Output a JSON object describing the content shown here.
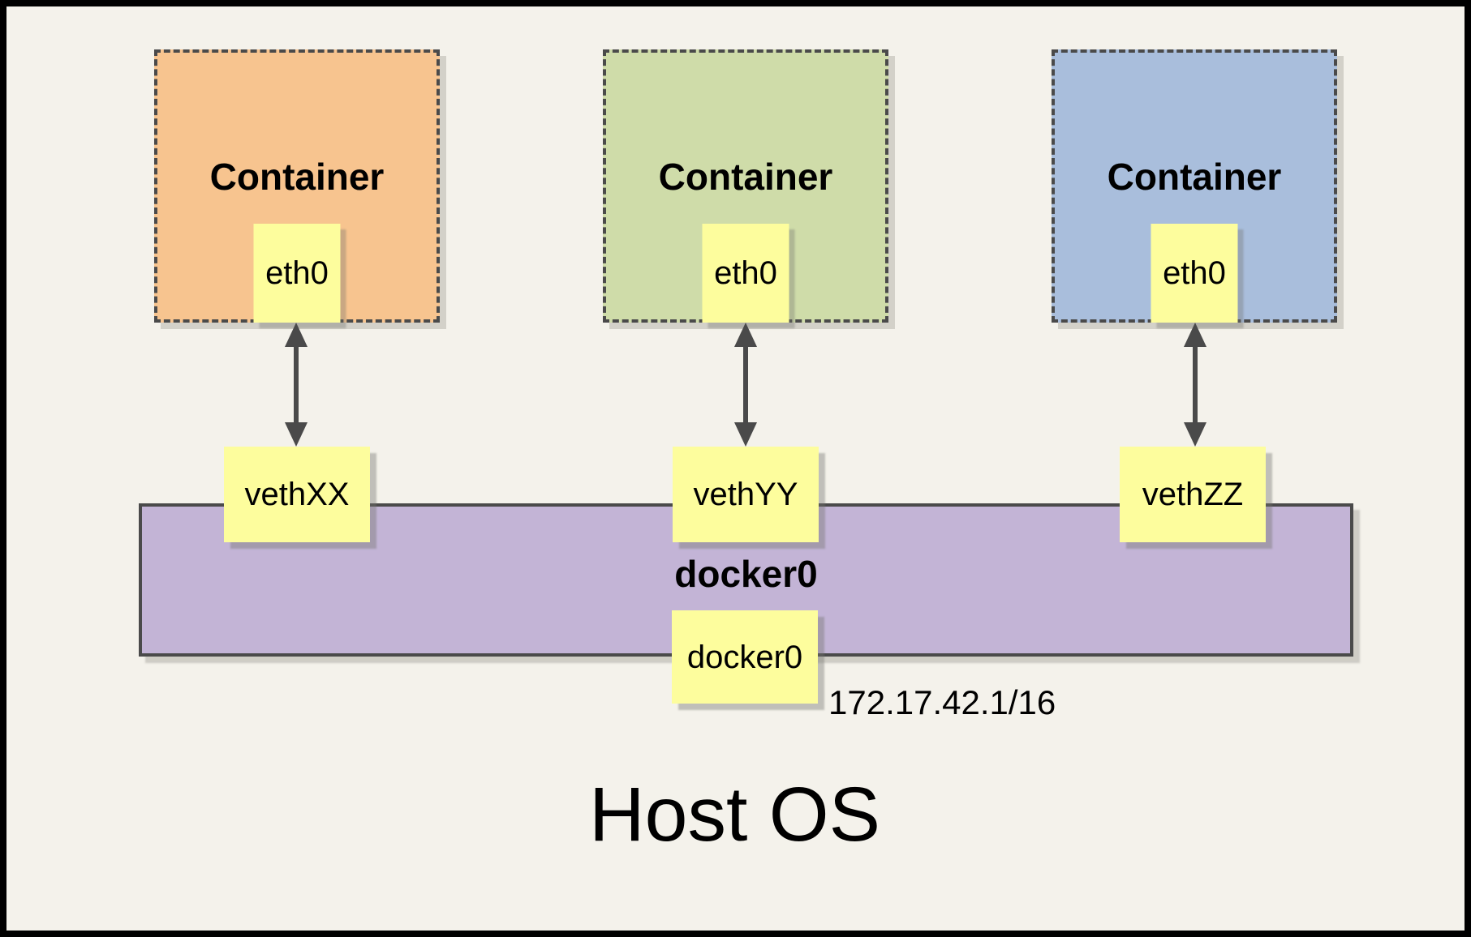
{
  "diagram": {
    "containers": [
      {
        "label": "Container",
        "interface_label": "eth0",
        "veth_label": "vethXX",
        "fill": "#F7C48F"
      },
      {
        "label": "Container",
        "interface_label": "eth0",
        "veth_label": "vethYY",
        "fill": "#CFDCA9"
      },
      {
        "label": "Container",
        "interface_label": "eth0",
        "veth_label": "vethZZ",
        "fill": "#A9BEDC"
      }
    ],
    "bridge": {
      "name": "docker0",
      "interface_label": "docker0",
      "ip_cidr": "172.17.42.1/16",
      "fill": "#C3B4D6"
    },
    "host_label": "Host OS",
    "colors": {
      "background": "#F4F2EB",
      "note_fill": "#FDFD9D",
      "line": "#4A4A4A",
      "frame": "#000000"
    }
  }
}
